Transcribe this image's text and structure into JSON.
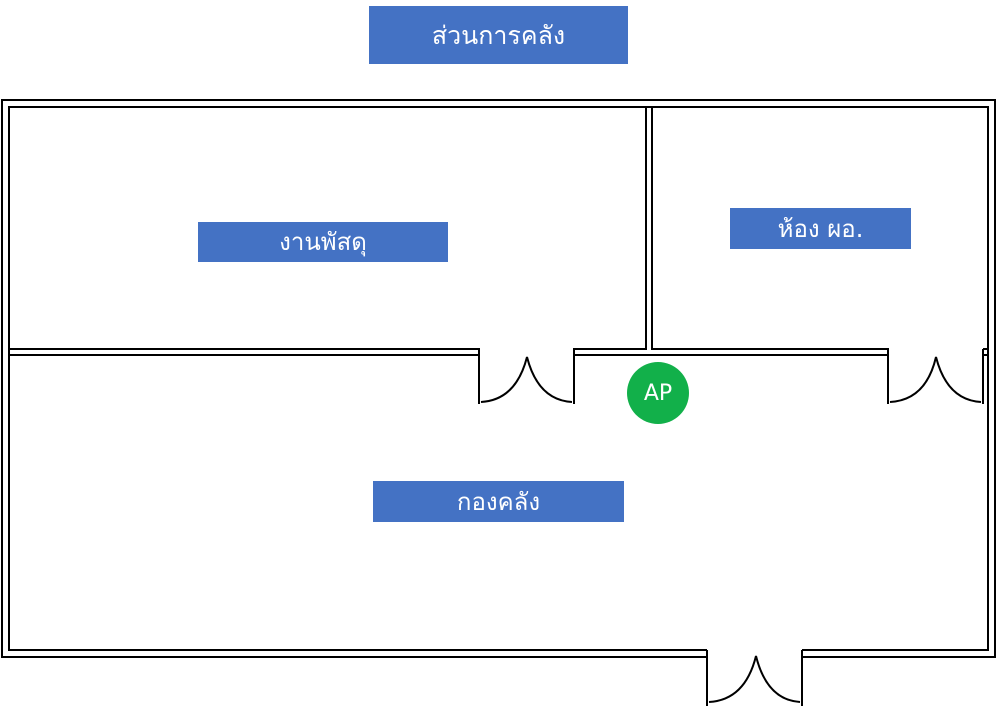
{
  "division_title": "ส่วนการคลัง",
  "rooms": {
    "supply": "งานพัสดุ",
    "director": "ห้อง ผอ.",
    "warehouse": "กองคลัง"
  },
  "access_point": "AP",
  "colors": {
    "label_fill": "#4472c4",
    "label_text": "#ffffff",
    "access_point_fill": "#12b04a",
    "wall": "#000000"
  }
}
